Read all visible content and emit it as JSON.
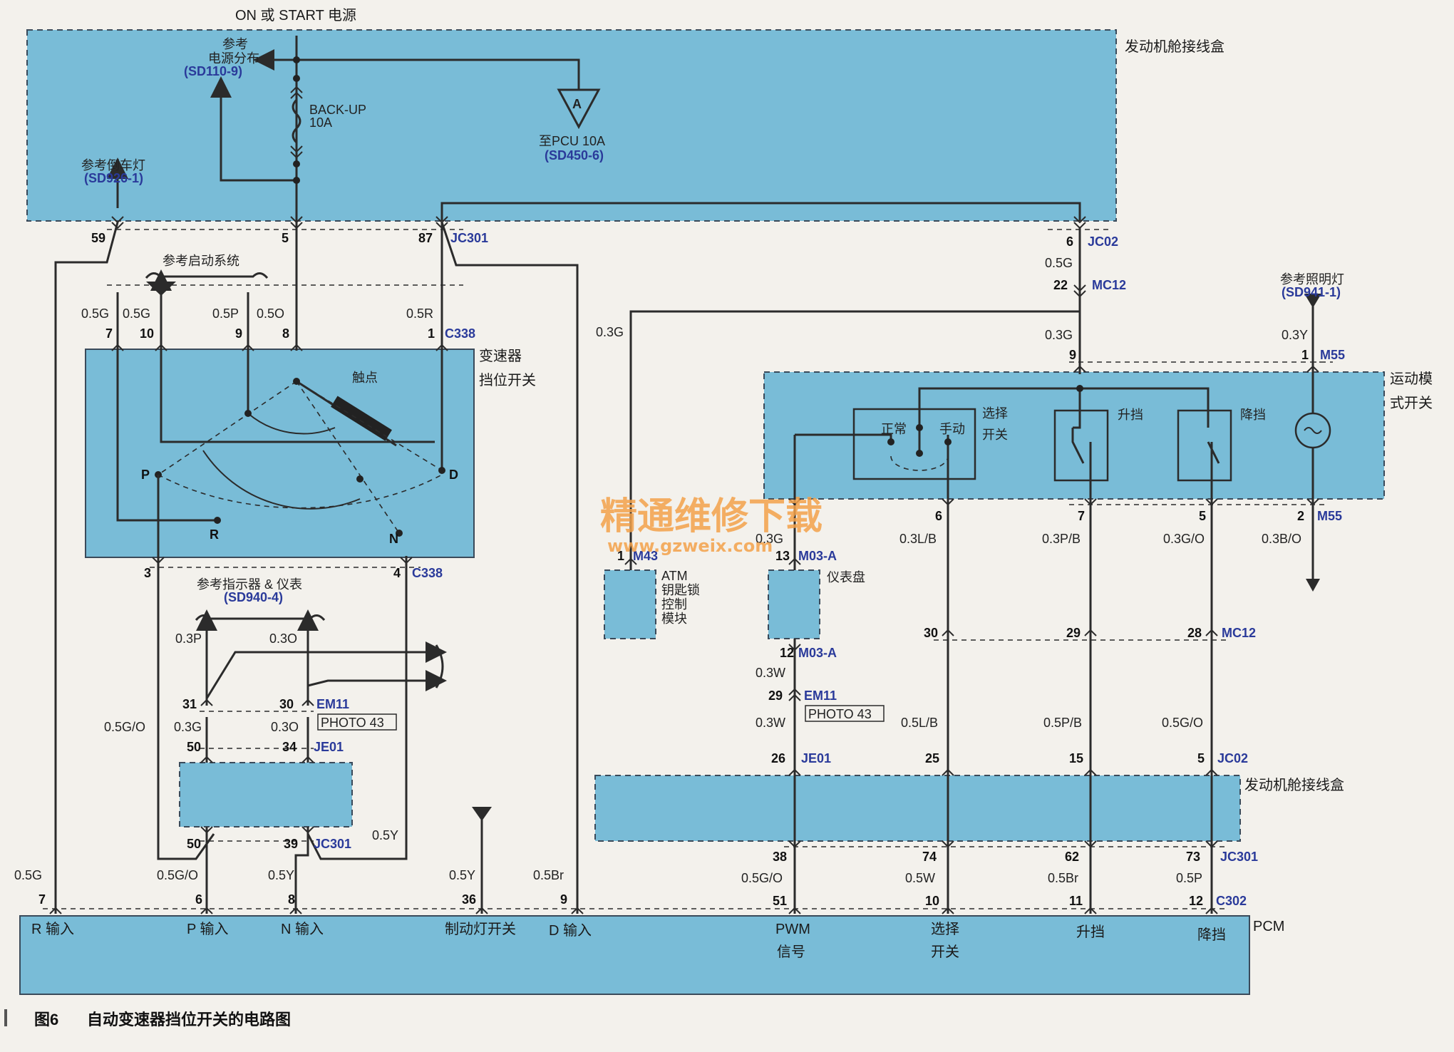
{
  "power": {
    "source": "ON 或 START 电源"
  },
  "engine_box": {
    "label_top": "发动机舱接线盒",
    "label_bottom": "发动机舱接线盒",
    "ref_power_line1": "参考",
    "ref_power_line2": "电源分布",
    "ref_power_code": "(SD110-9)",
    "fuse_name": "BACK-UP",
    "fuse_rating": "10A",
    "pcu_fuse": "至PCU 10A",
    "pcu_code": "(SD450-6)",
    "pcu_marker": "A",
    "ref_reverse": "参考倒车灯",
    "ref_reverse_code": "(SD926-1)"
  },
  "connectors": {
    "jc301": "JC301",
    "jc02": "JC02",
    "mc12": "MC12",
    "c338": "C338",
    "em11": "EM11",
    "je01": "JE01",
    "m55": "M55",
    "m43": "M43",
    "m03a": "M03-A",
    "c302": "C302",
    "photo": "PHOTO 43"
  },
  "transmission_switch": {
    "label_line1": "变速器",
    "label_line2": "挡位开关",
    "contact": "触点",
    "positions": [
      "P",
      "R",
      "N",
      "D"
    ],
    "ref_start": "参考启动系统"
  },
  "refs": {
    "indicator": "参考指示器 & 仪表",
    "indicator_code": "(SD940-4)",
    "lighting": "参考照明灯",
    "lighting_code": "(SD941-1)"
  },
  "modules": {
    "atm_line1": "ATM",
    "atm_line2": "钥匙锁",
    "atm_line3": "控制",
    "atm_line4": "模块",
    "cluster": "仪表盘",
    "sport_line1": "运动模",
    "sport_line2": "式开关",
    "select_line1": "选择",
    "select_line2": "开关",
    "normal": "正常",
    "manual": "手动",
    "upshift": "升挡",
    "downshift": "降挡"
  },
  "wires": {
    "g05": "0.5G",
    "p05": "0.5P",
    "o05": "0.5O",
    "r05": "0.5R",
    "g03": "0.3G",
    "y03": "0.3Y",
    "p03": "0.3P",
    "o03": "0.3O",
    "go05": "0.5G/O",
    "y05": "0.5Y",
    "br05": "0.5Br",
    "w03": "0.3W",
    "lb03": "0.3L/B",
    "pb03": "0.3P/B",
    "go03": "0.3G/O",
    "bo03": "0.3B/O",
    "lb05": "0.5L/B",
    "pb05": "0.5P/B",
    "w05": "0.5W",
    "br05b": "0.5Br",
    "p05b": "0.5P"
  },
  "pins": {
    "p59": "59",
    "p5": "5",
    "p87": "87",
    "p6": "6",
    "p22": "22",
    "p9": "9",
    "p1": "1",
    "p7": "7",
    "p10": "10",
    "p8": "8",
    "p3": "3",
    "p4": "4",
    "p2": "2",
    "p13": "13",
    "p12": "12",
    "p29": "29",
    "p26": "26",
    "p31": "31",
    "p30": "30",
    "p50": "50",
    "p34": "34",
    "p39": "39",
    "p38": "38",
    "p51": "51",
    "p25": "25",
    "p15": "15",
    "p74": "74",
    "p62": "62",
    "p73": "73",
    "p11": "11",
    "p28": "28",
    "p36": "36"
  },
  "pcm": {
    "name": "PCM",
    "r_in": "R 输入",
    "p_in": "P 输入",
    "n_in": "N 输入",
    "brake": "制动灯开关",
    "d_in": "D 输入",
    "pwm_line1": "PWM",
    "pwm_line2": "信号",
    "sel_line1": "选择",
    "sel_line2": "开关",
    "up": "升挡",
    "down": "降挡"
  },
  "watermark": {
    "cn": "精通维修下载",
    "url": "www.gzweix.com"
  },
  "caption": {
    "num": "图6",
    "text": "自动变速器挡位开关的电路图"
  }
}
